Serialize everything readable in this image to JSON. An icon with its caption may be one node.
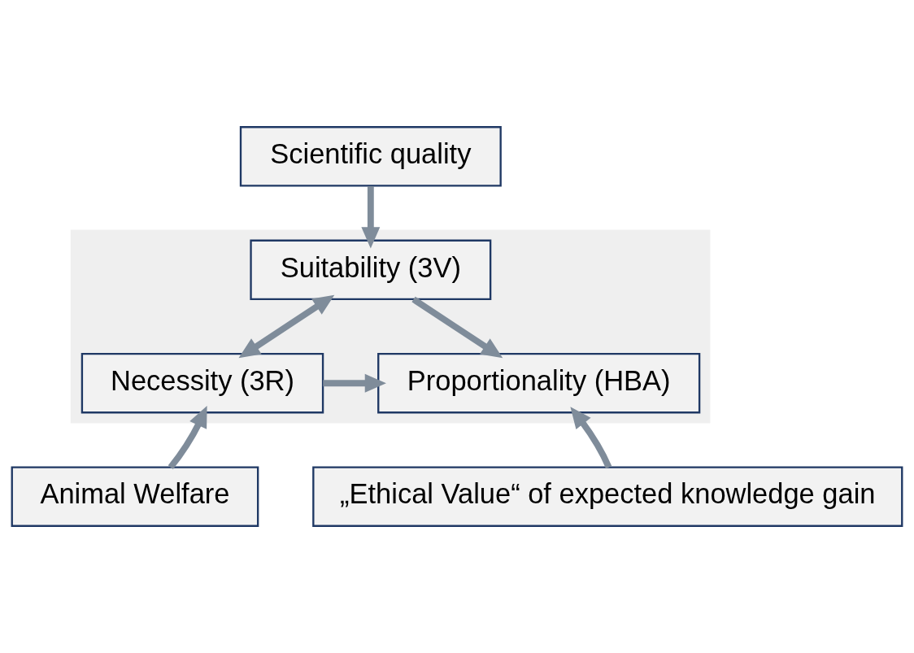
{
  "diagram": {
    "nodes": [
      {
        "text": [
          "Scientific quality"
        ]
      },
      {
        "text": [],
        "shape": "box"
      },
      {
        "text": [
          "Suitability (3V)"
        ],
        "in": 1
      },
      {
        "text": [
          "Proportionality (HBA)"
        ],
        "in": 1
      },
      {
        "text": [
          "Necessity (3R)"
        ],
        "in": 1
      },
      {
        "text": [
          "Animal Welfare"
        ]
      },
      {
        "text": [
          "„Ethical Value“ of expected knowledge gain"
        ]
      }
    ],
    "edges": [
      {
        "from": 0,
        "to": 2,
        "arrow": "to"
      },
      {
        "from": 2,
        "to": 3,
        "arrow": "to"
      },
      {
        "from": 2,
        "to": 4,
        "arrow": "both"
      },
      {
        "from": 4,
        "to": 3,
        "arrow": "to"
      },
      {
        "from": 5,
        "to": 4,
        "arrow": "to"
      },
      {
        "from": 6,
        "to": 3,
        "arrow": "to"
      }
    ]
  }
}
